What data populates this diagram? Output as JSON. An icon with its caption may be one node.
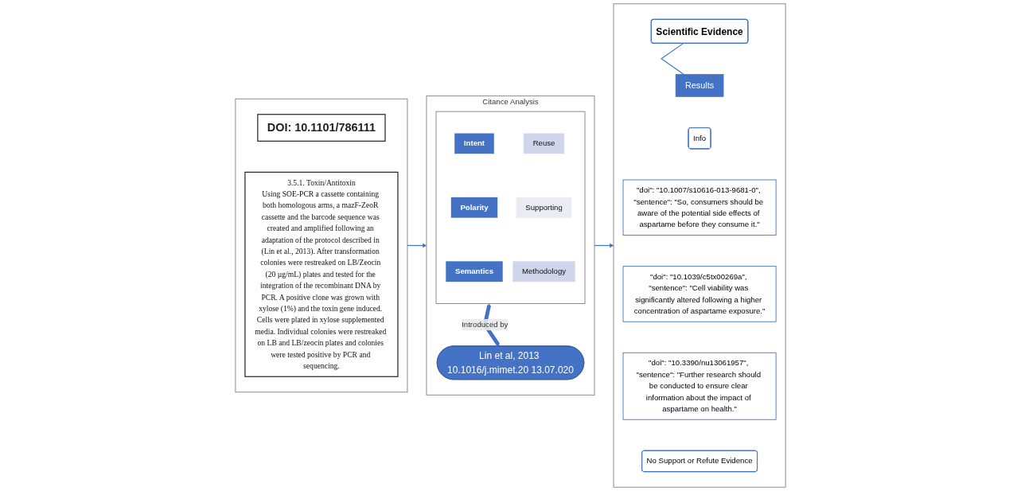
{
  "diagram": {
    "nodes": [
      {
        "text": [],
        "shape": "box"
      },
      {
        "text": [
          "DOI: 10.1101/786111"
        ],
        "in": 0
      },
      {
        "text": [
          "3.5.1. Toxin/Antitoxin",
          "Using SOE-PCR a cassette containing both homologous arms, a mazF-ZeoR cassette and the barcode sequence was created and amplified following an adaptation of the protocol described in (Lin et al., 2013). After transformation colonies were restreaked on LB/Zeocin (20 µg/mL) plates and tested for the integration of the recombinant DNA by PCR. A positive clone was grown with xylose (1%) and the toxin gene induced. Cells were plated in xylose supplemented media. Individual colonies were restreaked on LB and LB/zeocin plates and colonies were tested positive by PCR and sequencing."
        ],
        "in": 0
      },
      {
        "text": [
          "Citance Analysis"
        ]
      },
      {
        "text": [],
        "shape": "box",
        "in": 3
      },
      {
        "text": [
          "Intent"
        ],
        "in": 4
      },
      {
        "text": [
          "Reuse"
        ],
        "in": 4
      },
      {
        "text": [
          "Polarity"
        ],
        "in": 4
      },
      {
        "text": [
          "Supporting"
        ],
        "in": 4
      },
      {
        "text": [
          "Semantics"
        ],
        "in": 4
      },
      {
        "text": [
          "Methodology"
        ],
        "in": 4
      },
      {
        "text": [
          "Lin et al, 2013 10.1016/j.mimet.20 13.07.020"
        ],
        "in": 3
      },
      {
        "text": [],
        "shape": "box"
      },
      {
        "text": [
          "Scientific Evidence"
        ],
        "in": 12
      },
      {
        "text": [
          "Results"
        ],
        "in": 12
      },
      {
        "text": [
          "Info"
        ],
        "in": 12
      },
      {
        "text": [
          "\"doi\": \"10.1007/s10616-013-9681-0\", \"sentence\": \"So, consumers should be aware of the potential side effects of aspartame before they consume it.\""
        ],
        "in": 12
      },
      {
        "text": [
          "\"doi\": \"10.1039/c5tx00269a\", \"sentence\": \"Cell viability was significantly altered following a higher concentration of aspartame exposure.\""
        ],
        "in": 12
      },
      {
        "text": [
          "\"doi\": \"10.3390/nu13061957\", \"sentence\": \"Further research should be conducted to ensure clear information about the impact of aspartame on health.\""
        ],
        "in": 12
      },
      {
        "text": [
          "No Support or Refute Evidence"
        ],
        "in": 12
      }
    ],
    "edges": [
      {
        "from": 0,
        "to": 3,
        "arrow": "to"
      },
      {
        "from": 3,
        "to": 12,
        "arrow": "to"
      },
      {
        "from": 4,
        "to": 11,
        "arrow": "both",
        "label": "Introduced by",
        "style": "thick"
      },
      {
        "from": 13,
        "to": 14,
        "arrow": "none"
      }
    ]
  }
}
